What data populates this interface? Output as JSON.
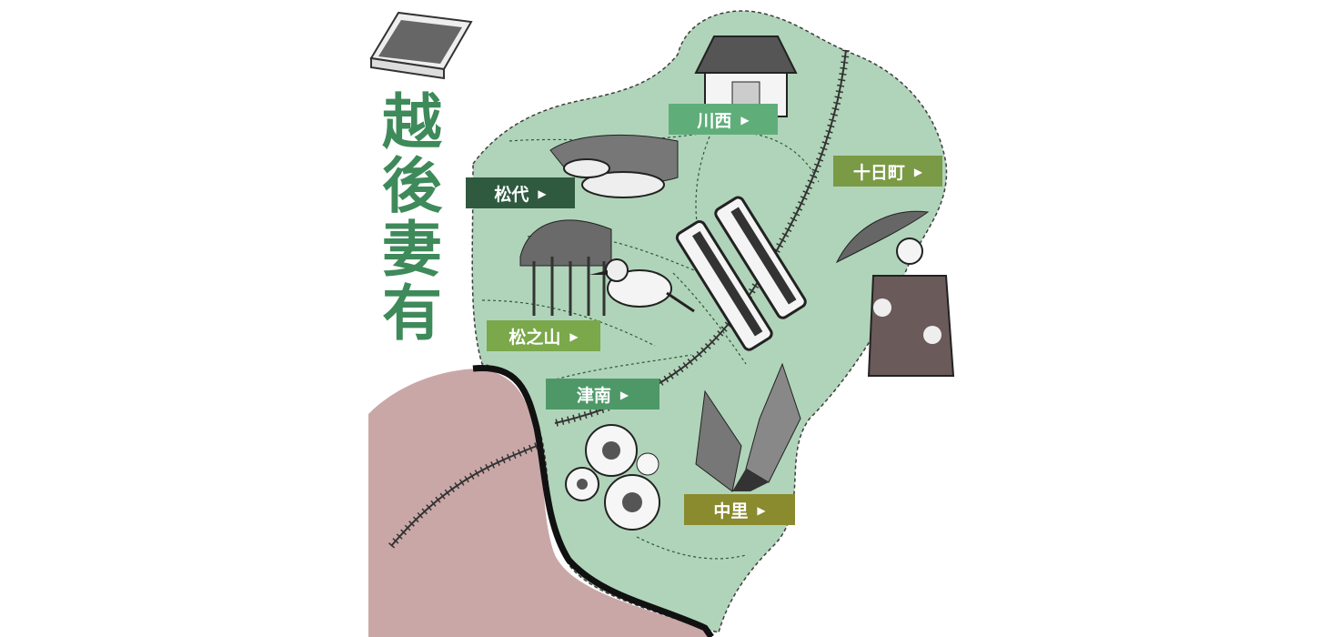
{
  "title_chars": [
    "越",
    "後",
    "妻",
    "有"
  ],
  "regions": [
    {
      "name": "川西",
      "arrow": "▶",
      "color": "#5fae7a"
    },
    {
      "name": "十日町",
      "arrow": "▶",
      "color": "#7a9a45"
    },
    {
      "name": "松代",
      "arrow": "▶",
      "color": "#2f5a40"
    },
    {
      "name": "松之山",
      "arrow": "▶",
      "color": "#7aa84a"
    },
    {
      "name": "津南",
      "arrow": "▶",
      "color": "#4e9868"
    },
    {
      "name": "中里",
      "arrow": "▶",
      "color": "#8a8a2e"
    }
  ],
  "colors": {
    "region_fill": "#a8d0b2",
    "neighbor_fill": "#b88a8a",
    "boundary": "#111111",
    "rail": "#333333"
  },
  "icons": [
    "sake-box-icon",
    "storehouse-icon",
    "rice-terrace-icon",
    "forest-icon",
    "bird-icon",
    "train-icon",
    "kimono-woman-icon",
    "gorge-icon",
    "sunflower-icon"
  ]
}
